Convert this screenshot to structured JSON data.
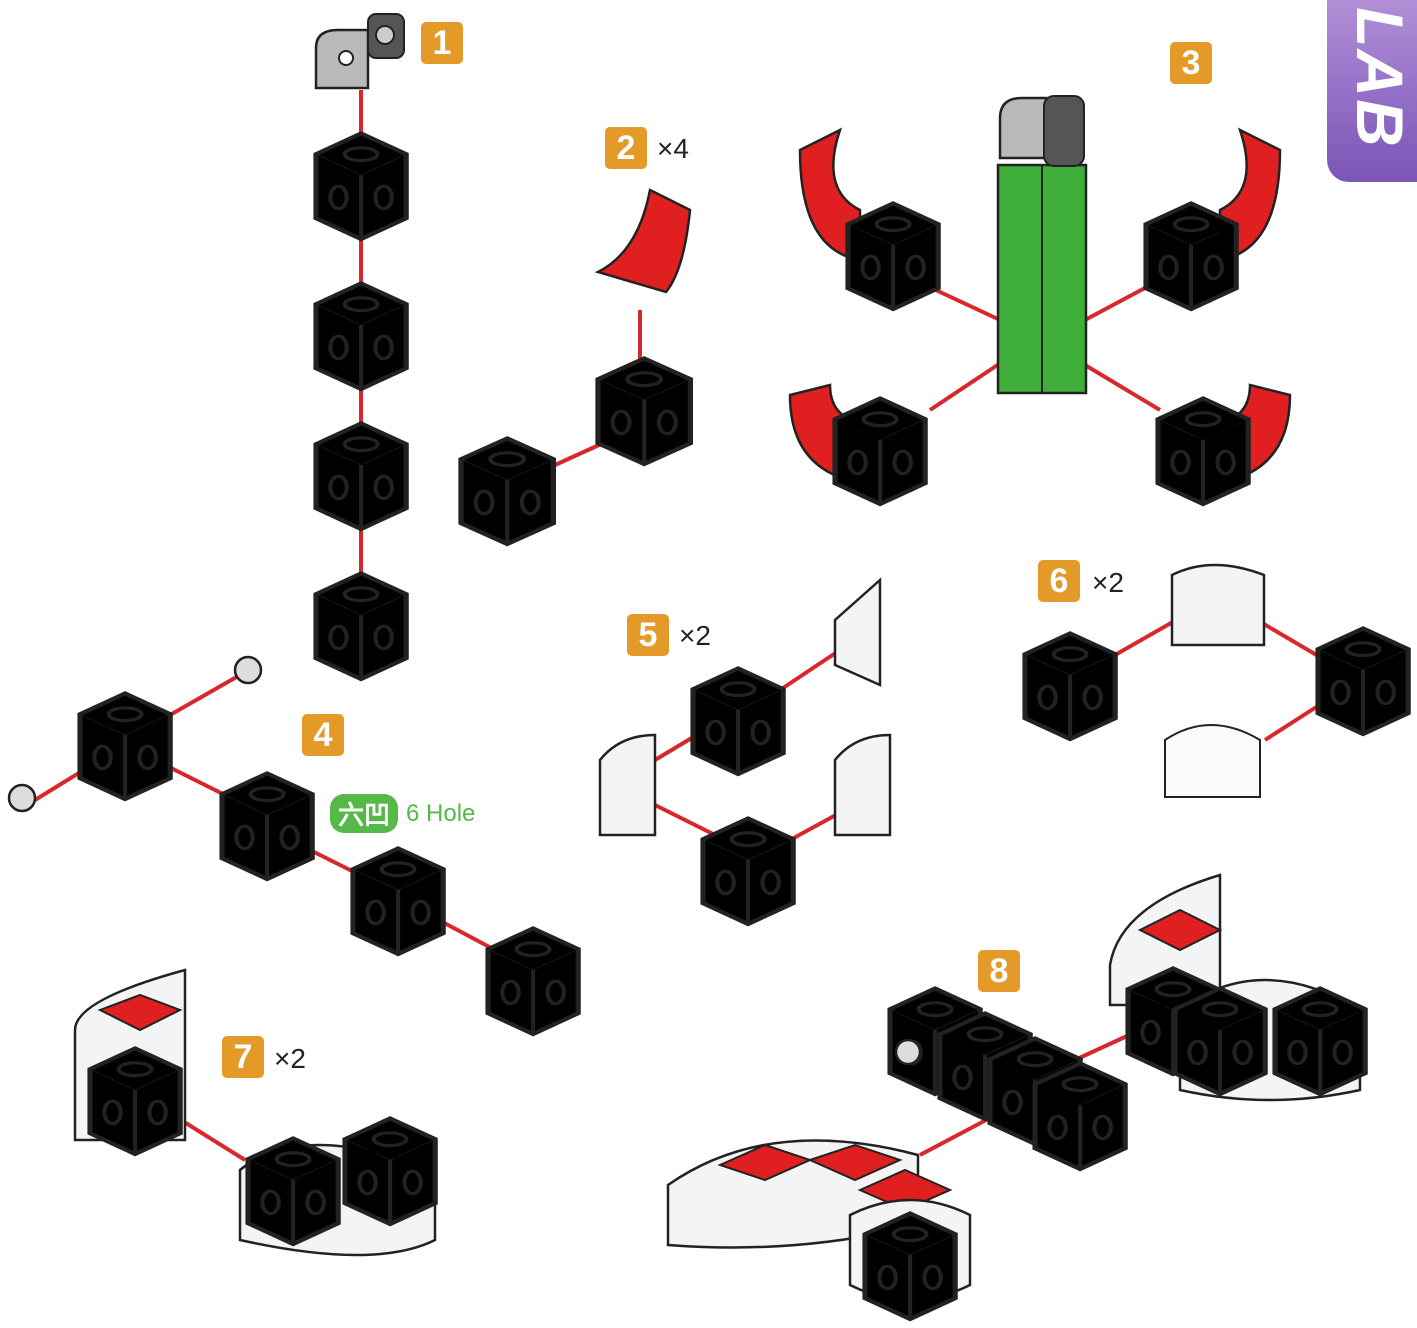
{
  "colors": {
    "badge": "#e39a28",
    "link": "#d8282c",
    "green": "#3fae3a",
    "red": "#e02020",
    "yellow": "#f2cc2b",
    "purple": "#8a63c4"
  },
  "tab": {
    "text": "LAB"
  },
  "steps": [
    {
      "number": "1",
      "multiplier": ""
    },
    {
      "number": "2",
      "multiplier": "×4"
    },
    {
      "number": "3",
      "multiplier": ""
    },
    {
      "number": "4",
      "multiplier": ""
    },
    {
      "number": "5",
      "multiplier": "×2"
    },
    {
      "number": "6",
      "multiplier": "×2"
    },
    {
      "number": "7",
      "multiplier": "×2"
    },
    {
      "number": "8",
      "multiplier": ""
    }
  ],
  "hole_label": {
    "chinese": "六凹",
    "english": "6 Hole"
  }
}
